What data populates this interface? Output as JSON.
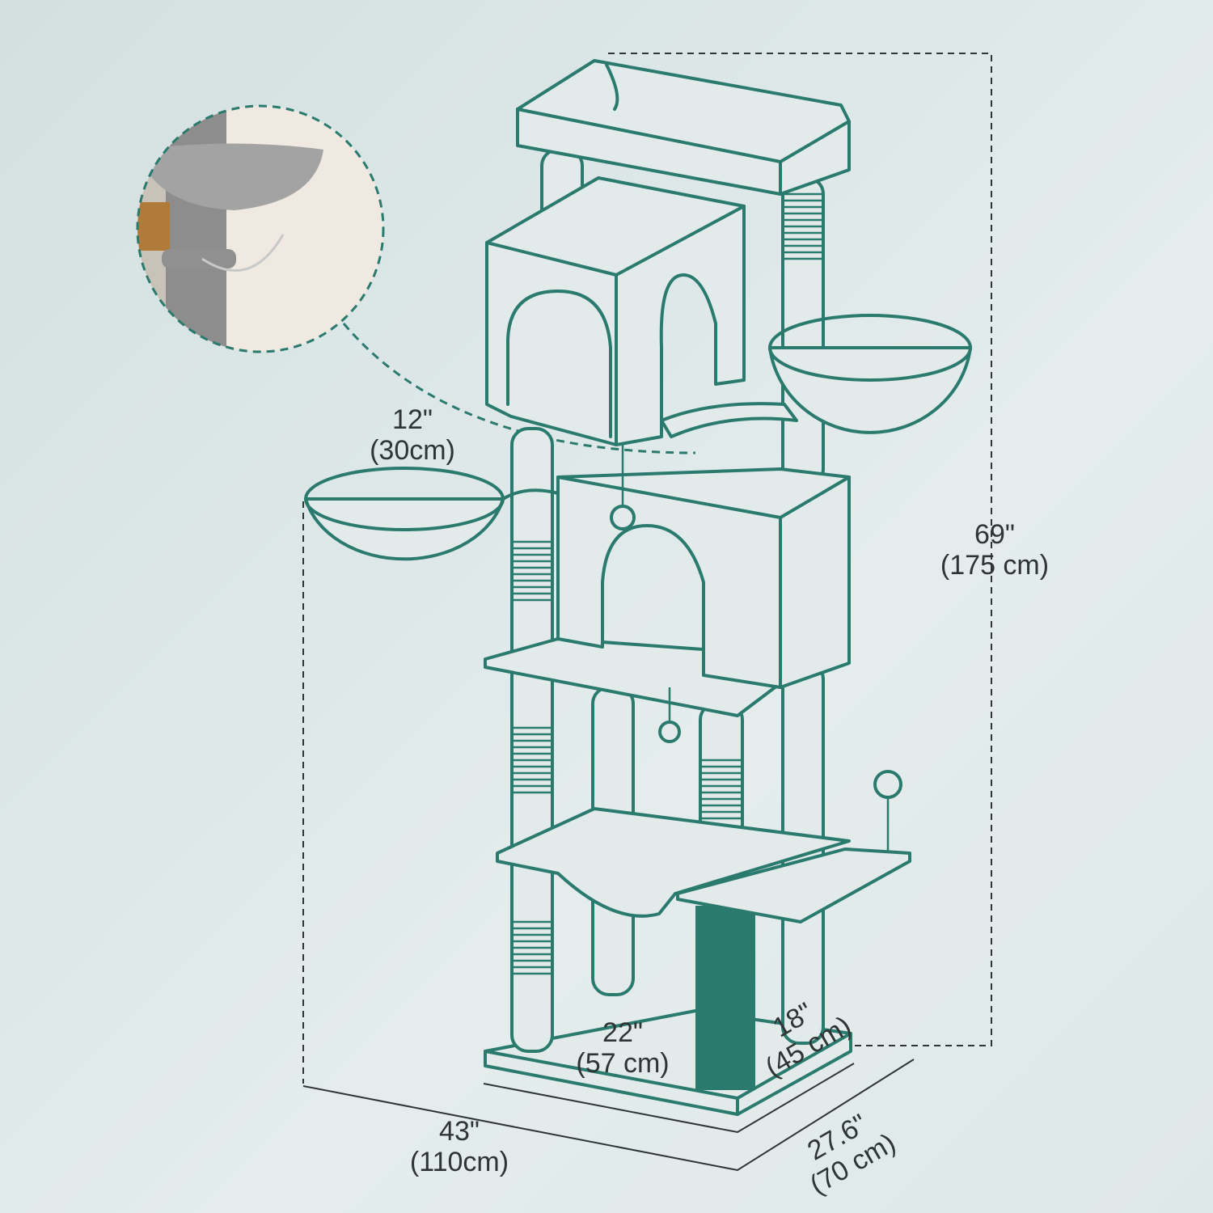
{
  "dimensions": {
    "total_height": {
      "inch": "69\"",
      "cm": "(175 cm)"
    },
    "total_width": {
      "inch": "43\"",
      "cm": "(110cm)"
    },
    "total_depth": {
      "inch": "27.6\"",
      "cm": "(70 cm)"
    },
    "base_width": {
      "inch": "22\"",
      "cm": "(57 cm)"
    },
    "base_depth": {
      "inch": "18\"",
      "cm": "(45 cm)"
    },
    "basket_diameter": {
      "inch": "12\"",
      "cm": "(30cm)"
    }
  },
  "colors": {
    "accent": "#2a7a6e",
    "text": "#2f3535",
    "background": "#dde6e6"
  }
}
